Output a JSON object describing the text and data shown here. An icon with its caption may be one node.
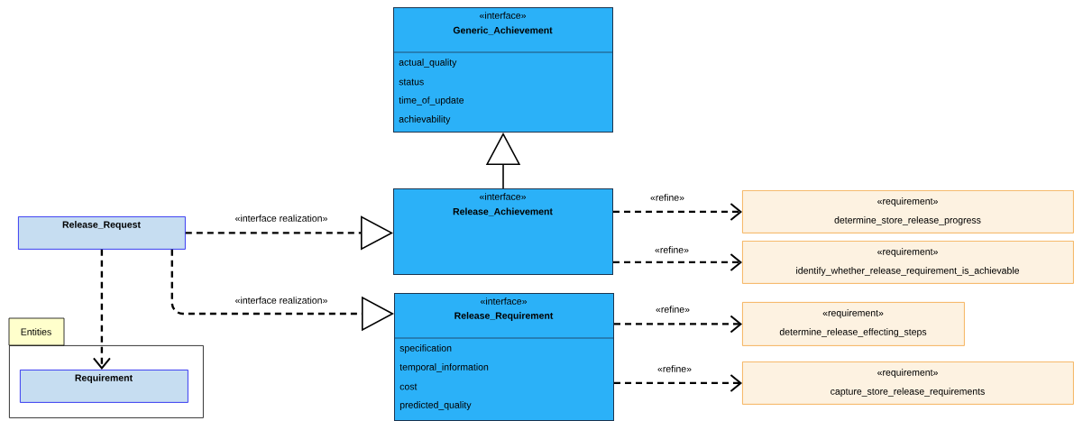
{
  "diagram": {
    "nodes": [
      {
        "text": [
          "«interface»",
          "Generic_Achievement",
          "actual_quality",
          "status",
          "time_of_update",
          "achievability"
        ]
      },
      {
        "text": [
          "Release_Request"
        ]
      },
      {
        "text": [
          "«interface»",
          "Release_Achievement"
        ]
      },
      {
        "text": [
          "«requirement»",
          "determine_store_release_progress"
        ]
      },
      {
        "text": [
          "«requirement»",
          "identify_whether_release_requirement_is_achievable"
        ]
      },
      {
        "text": [
          "Entities"
        ]
      },
      {
        "text": [
          "Requirement"
        ],
        "in": 5
      },
      {
        "text": [
          "«interface»",
          "Release_Requirement",
          "specification",
          "temporal_information",
          "cost",
          "predicted_quality"
        ]
      },
      {
        "text": [
          "«requirement»",
          "determine_release_effecting_steps"
        ]
      },
      {
        "text": [
          "«requirement»",
          "capture_store_release_requirements"
        ]
      }
    ],
    "edges": [
      {
        "from": 2,
        "to": 0,
        "arrow": "to"
      },
      {
        "from": 1,
        "to": 2,
        "arrow": "to",
        "label": "«interface realization»",
        "style": "dashed"
      },
      {
        "from": 1,
        "to": 7,
        "arrow": "to",
        "label": "«interface realization»",
        "style": "dashed"
      },
      {
        "from": 1,
        "to": 6,
        "arrow": "to",
        "style": "dashed"
      },
      {
        "from": 2,
        "to": 3,
        "arrow": "to",
        "label": "«refine»",
        "style": "dashed"
      },
      {
        "from": 2,
        "to": 4,
        "arrow": "to",
        "label": "«refine»",
        "style": "dashed"
      },
      {
        "from": 7,
        "to": 8,
        "arrow": "to",
        "label": "«refine»",
        "style": "dashed"
      },
      {
        "from": 7,
        "to": 9,
        "arrow": "to",
        "label": "«refine»",
        "style": "dashed"
      }
    ]
  }
}
